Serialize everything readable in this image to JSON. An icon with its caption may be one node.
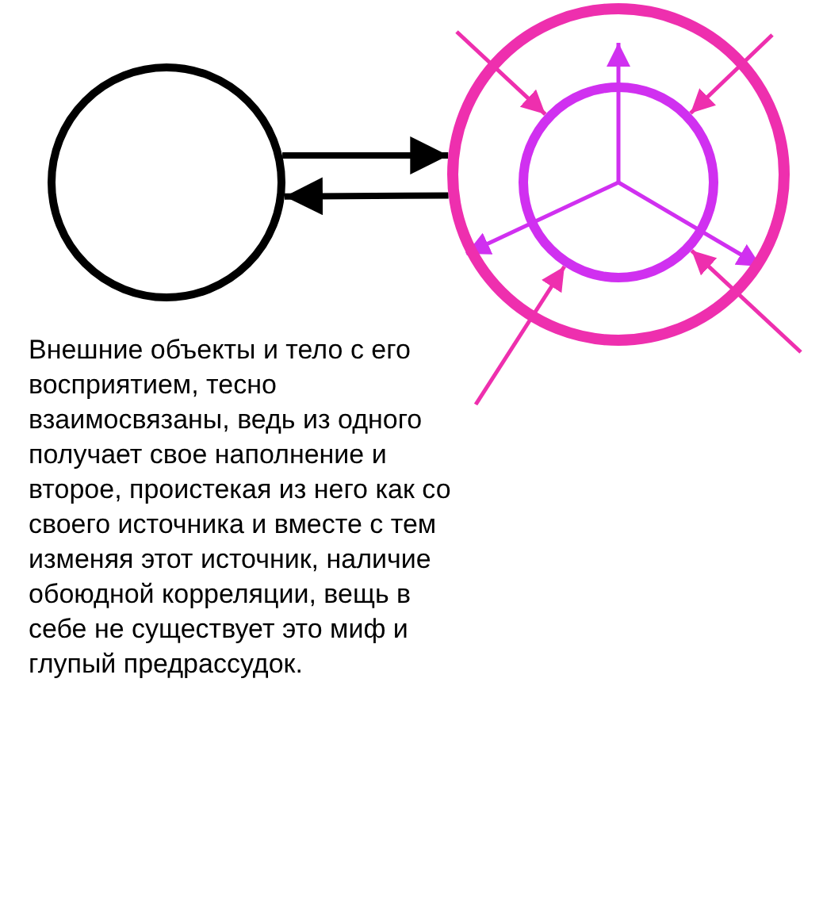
{
  "diagram": {
    "nodes": [
      {
        "text": [],
        "shape": "circle"
      },
      {
        "text": [],
        "shape": "circle"
      },
      {
        "text": [],
        "shape": "circle",
        "in": 1
      }
    ],
    "edges": [
      {
        "from": 0,
        "to": 1,
        "arrow": "to",
        "color": "#000000"
      },
      {
        "from": 1,
        "to": 0,
        "arrow": "to",
        "color": "#000000"
      },
      {
        "from": null,
        "to": 2,
        "arrow": "to",
        "color": "#ee2fae"
      },
      {
        "from": null,
        "to": 2,
        "arrow": "to",
        "color": "#ee2fae"
      },
      {
        "from": null,
        "to": 2,
        "arrow": "to",
        "color": "#ee2fae"
      },
      {
        "from": null,
        "to": 2,
        "arrow": "to",
        "color": "#ee2fae"
      },
      {
        "from": 2,
        "to": null,
        "arrow": "to",
        "color": "#d030f0"
      },
      {
        "from": 2,
        "to": null,
        "arrow": "to",
        "color": "#d030f0"
      },
      {
        "from": 2,
        "to": null,
        "arrow": "to",
        "color": "#d030f0"
      }
    ],
    "labels": [
      "Внешние объекты и тело с его восприятием, тесно взаимосвязаны, ведь из одного получает свое наполнение и второе, проистекая из него как со своего источника и вместе с тем изменяя этот источник, наличие обоюдной корреляции, вещь в себе не существует это миф и глупый предрассудок."
    ]
  }
}
